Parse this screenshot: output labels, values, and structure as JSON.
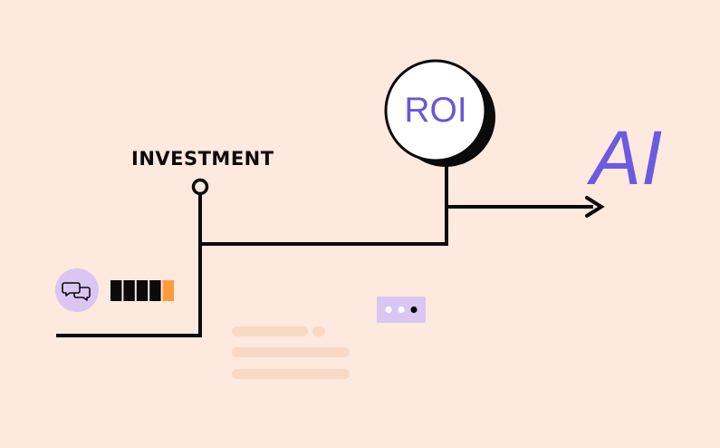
{
  "labels": {
    "investment": "INVESTMENT",
    "roi": "ROI",
    "ai": "AI"
  },
  "icons": {
    "chat": "chat-bubbles-icon",
    "dots": "three-dots-icon"
  },
  "progress": {
    "segments_total": 5,
    "segments_filled": 4
  },
  "colors": {
    "background": "#fde9de",
    "line": "#0b0b0b",
    "accent_purple": "#6a57d6",
    "badge_purple": "#d9c6f2",
    "progress_orange": "#ff9a3d",
    "placeholder": "#f8d9c6"
  }
}
